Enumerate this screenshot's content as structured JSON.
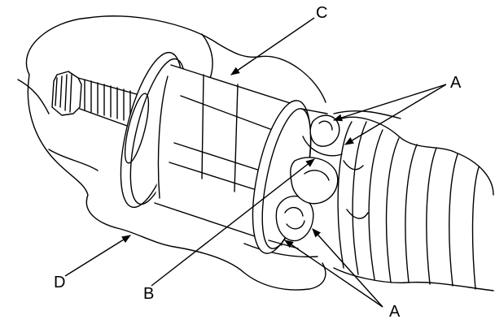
{
  "figure": {
    "labels": {
      "c": "C",
      "a_upper": "A",
      "a_lower": "A",
      "b": "B",
      "d": "D"
    },
    "colors": {
      "ink": "#000000",
      "paper": "#ffffff"
    }
  }
}
